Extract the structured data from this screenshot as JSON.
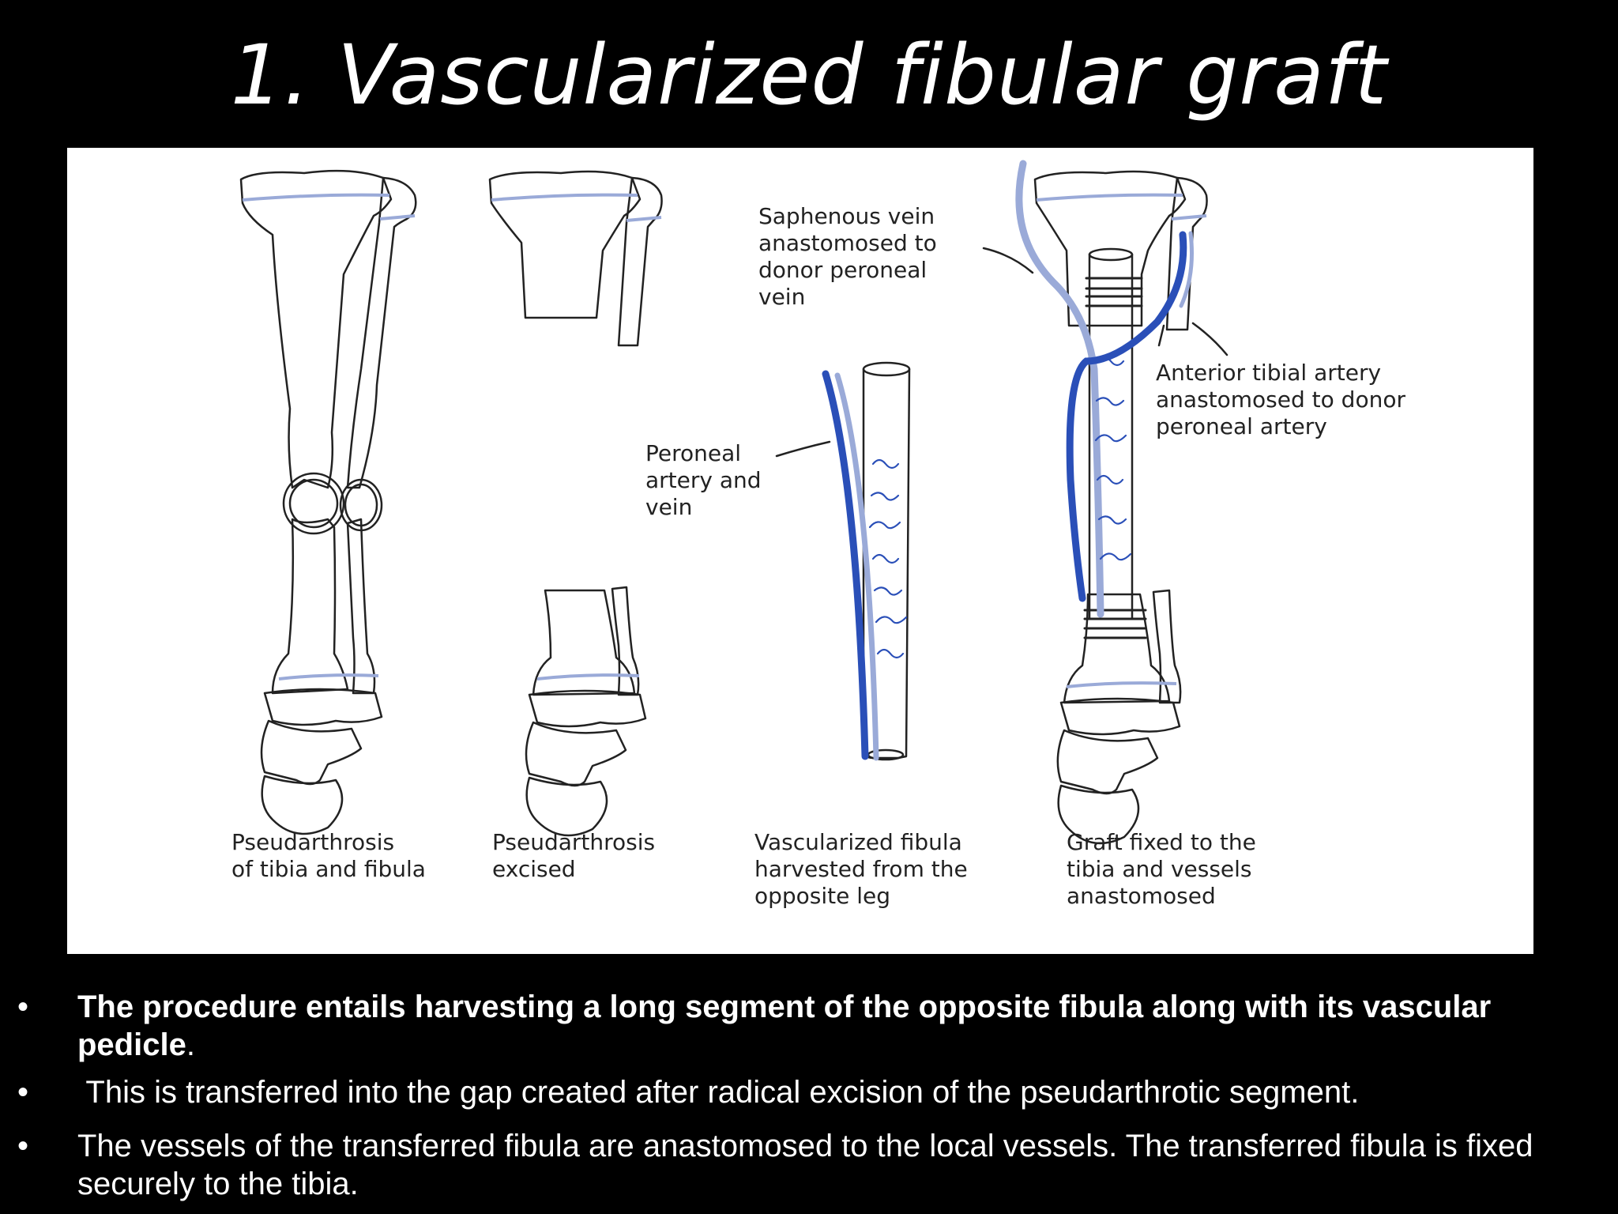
{
  "slide": {
    "title": "1. Vascularized fibular graft"
  },
  "figure": {
    "colors": {
      "vessel_dark": "#2a4fb8",
      "vessel_light": "#9aaad8",
      "line": "#222222"
    },
    "labels": {
      "saphenous": [
        "Saphenous vein",
        "anastomosed to",
        "donor peroneal",
        "vein"
      ],
      "anterior_tibial": [
        "Anterior tibial artery",
        "anastomosed to donor",
        "peroneal artery"
      ],
      "peroneal": [
        "Peroneal",
        "artery and",
        "vein"
      ],
      "caption_1": [
        "Pseudarthrosis",
        "of tibia and fibula"
      ],
      "caption_2": [
        "Pseudarthrosis",
        "excised"
      ],
      "caption_3": [
        "Vascularized fibula",
        "harvested from the",
        "opposite leg"
      ],
      "caption_4": [
        "Graft fixed to the",
        "tibia and vessels",
        "anastomosed"
      ]
    }
  },
  "bullets": [
    {
      "bullet": "•",
      "bold_text": "The procedure entails harvesting a long segment of the opposite fibula along with its vascular pedicle",
      "text": "."
    },
    {
      "bullet": "•",
      "text": " This is transferred into the gap created after radical excision of the pseudarthrotic segment."
    },
    {
      "bullet": "•",
      "text": "The vessels of the transferred fibula are anastomosed to the local vessels. The transferred fibula is fixed securely to the tibia."
    }
  ]
}
